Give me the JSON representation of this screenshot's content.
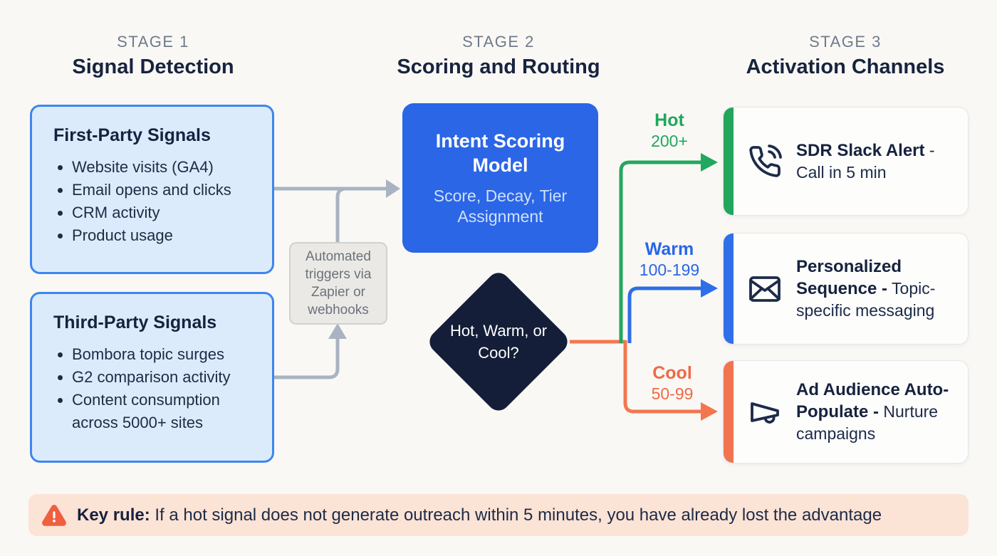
{
  "stages": [
    {
      "label": "STAGE 1",
      "title": "Signal Detection"
    },
    {
      "label": "STAGE 2",
      "title": "Scoring and Routing"
    },
    {
      "label": "STAGE 3",
      "title": "Activation Channels"
    }
  ],
  "signal_boxes": [
    {
      "title": "First-Party Signals",
      "items": [
        "Website visits (GA4)",
        "Email opens and clicks",
        "CRM activity",
        "Product usage"
      ]
    },
    {
      "title": "Third-Party Signals",
      "items": [
        "Bombora topic surges",
        "G2 comparison activity",
        "Content consumption across 5000+ sites"
      ]
    }
  ],
  "trigger_note": {
    "text": "Automated triggers via Zapier or webhooks"
  },
  "scoring_box": {
    "title": "Intent Scoring Model",
    "subtitle": "Score, Decay, Tier Assignment"
  },
  "decision": {
    "question": "Hot, Warm, or Cool?"
  },
  "routes": [
    {
      "name": "Hot",
      "range": "200+",
      "color": "#1ea85c"
    },
    {
      "name": "Warm",
      "range": "100-199",
      "color": "#2966e8"
    },
    {
      "name": "Cool",
      "range": "50-99",
      "color": "#ee6a45"
    }
  ],
  "channels": [
    {
      "icon": "phone-call-icon",
      "title": "SDR Slack Alert",
      "description": "- Call in 5 min",
      "accent": "#21a65b"
    },
    {
      "icon": "mail-icon",
      "title": "Personalized Sequence -",
      "description": "Topic-specific messaging",
      "accent": "#2f6fe8"
    },
    {
      "icon": "megaphone-icon",
      "title": "Ad Audience Auto-Populate -",
      "description": "Nurture campaigns",
      "accent": "#f2734f"
    }
  ],
  "key_rule": {
    "label": "Key rule:",
    "text": "If a hot signal does not generate outreach within 5 minutes, you have already lost the advantage"
  },
  "colors": {
    "background": "#faf8f5",
    "navy_text": "#16223e",
    "signal_box_fill": "#dcebfb",
    "signal_box_border": "#3d86f0",
    "scoring_box_fill": "#2b66e6",
    "diamond_fill": "#141e38",
    "connector_gray": "#a9b3c1",
    "hot_green": "#1ea85c",
    "warm_blue": "#2966e8",
    "cool_orange": "#ee6a45",
    "banner_fill": "#fbe3d6",
    "warning_icon": "#ef5f40"
  }
}
